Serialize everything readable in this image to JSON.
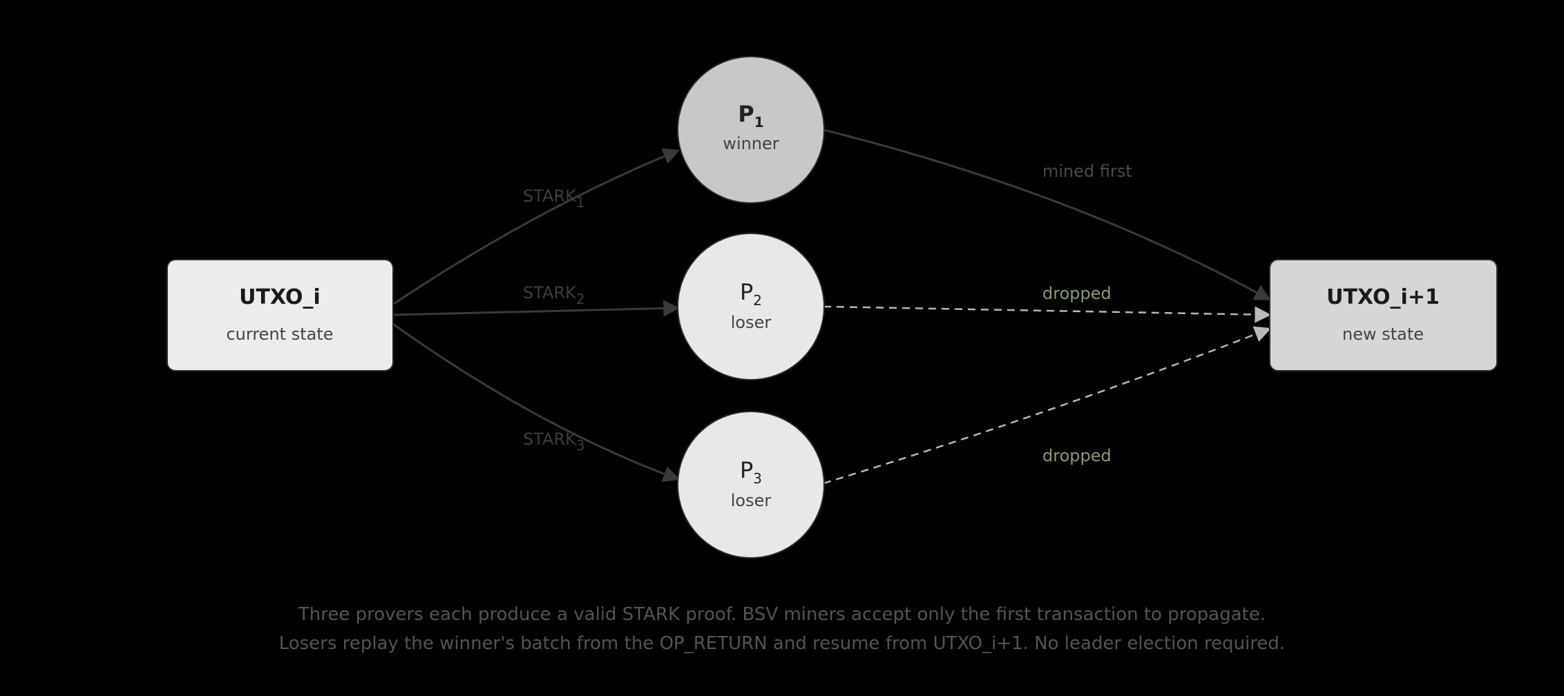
{
  "nodes": {
    "source": {
      "title": "UTXO_i",
      "subtitle": "current state"
    },
    "target": {
      "title": "UTXO_i+1",
      "subtitle": "new state"
    }
  },
  "provers": [
    {
      "name": "P",
      "index": "1",
      "status": "winner"
    },
    {
      "name": "P",
      "index": "2",
      "status": "loser"
    },
    {
      "name": "P",
      "index": "3",
      "status": "loser"
    }
  ],
  "edges": {
    "proofs": [
      {
        "label": "STARK",
        "index": "1"
      },
      {
        "label": "STARK",
        "index": "2"
      },
      {
        "label": "STARK",
        "index": "3"
      }
    ],
    "outcomes": [
      {
        "label": "mined first"
      },
      {
        "label": "dropped"
      },
      {
        "label": "dropped"
      }
    ]
  },
  "caption": {
    "line1": "Three provers each produce a valid STARK proof. BSV miners accept only the first transaction to propagate.",
    "line2": "Losers replay the winner's batch from the OP_RETURN and resume from UTXO_i+1. No leader election required."
  },
  "colors": {
    "background": "#000000",
    "box_fill": "#ececec",
    "winner_fill": "#c8c8c8",
    "loser_fill": "#e8e8e8",
    "target_fill": "#d6d6d6",
    "edge_solid": "#3a3a3a",
    "edge_dashed": "#b8b8b8",
    "dropped_label": "#8a9a78"
  }
}
